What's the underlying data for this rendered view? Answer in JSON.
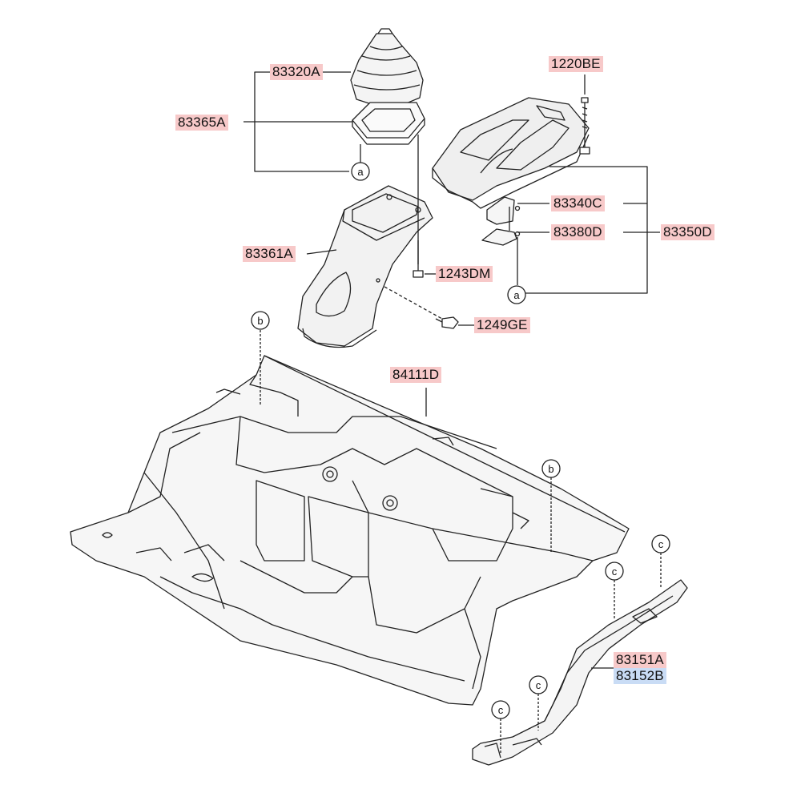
{
  "parts": [
    {
      "id": "83320A",
      "text": "83320A"
    },
    {
      "id": "83365A",
      "text": "83365A"
    },
    {
      "id": "1220BE",
      "text": "1220BE"
    },
    {
      "id": "83340C",
      "text": "83340C"
    },
    {
      "id": "83380D",
      "text": "83380D"
    },
    {
      "id": "83350D",
      "text": "83350D"
    },
    {
      "id": "83361A",
      "text": "83361A"
    },
    {
      "id": "1243DM",
      "text": "1243DM"
    },
    {
      "id": "1249GE",
      "text": "1249GE"
    },
    {
      "id": "84111D",
      "text": "84111D"
    },
    {
      "id": "83151A",
      "text": "83151A"
    },
    {
      "id": "83152B",
      "text": "83152B"
    }
  ],
  "callouts": {
    "a": "a",
    "b": "b",
    "c": "c"
  },
  "colors": {
    "highlight_red": "#f7c9c9",
    "highlight_blue": "#c9dcf5",
    "line": "#222222"
  }
}
